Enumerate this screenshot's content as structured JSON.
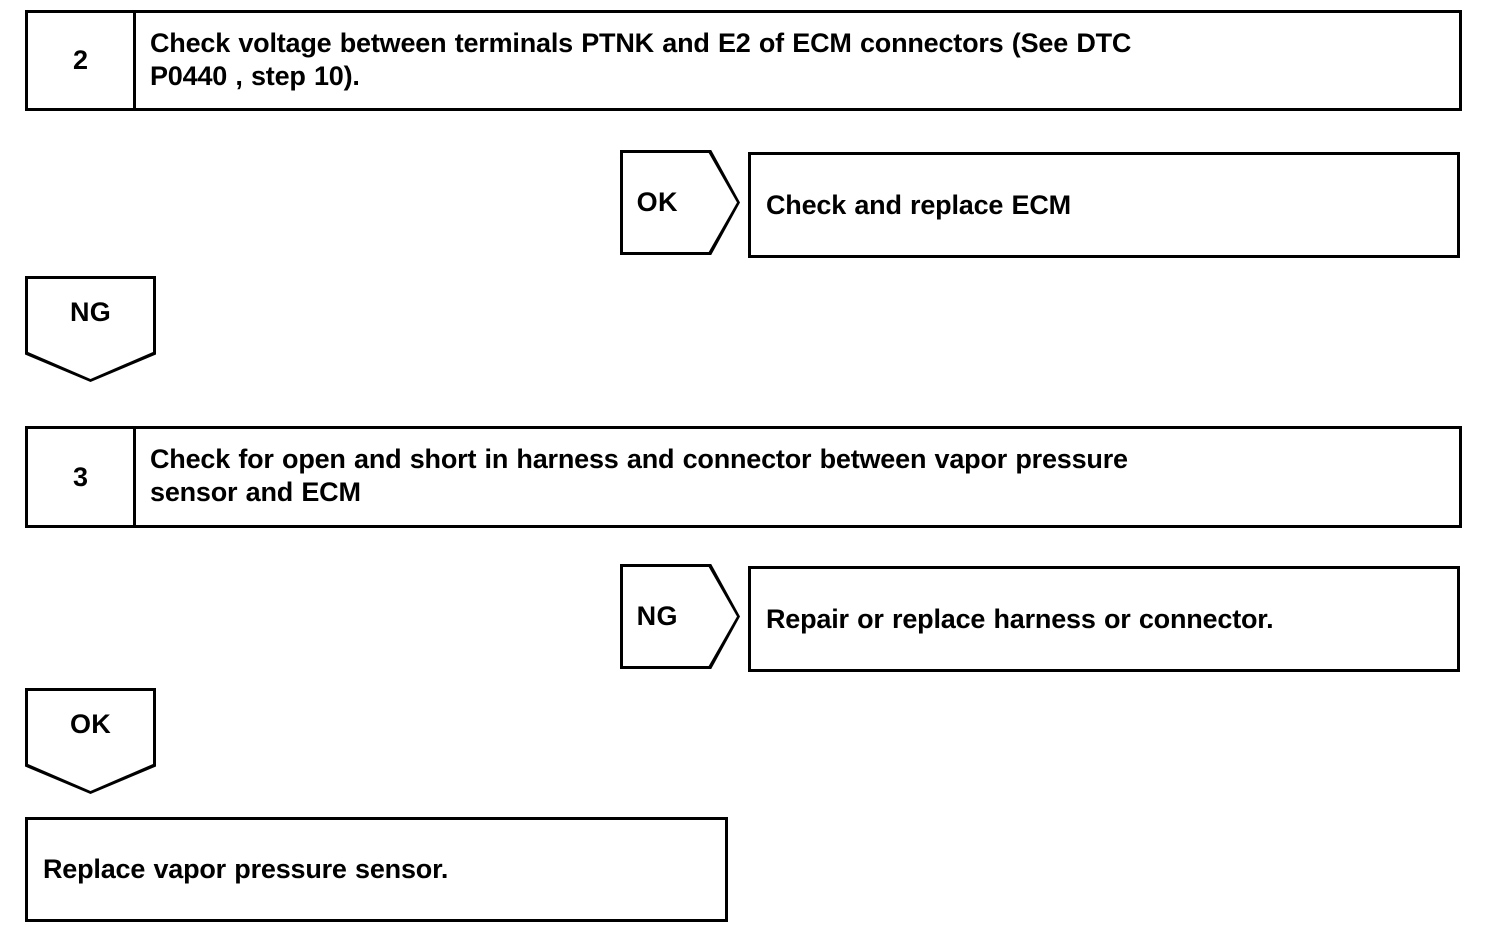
{
  "diagram": {
    "type": "troubleshooting-flowchart",
    "title": "",
    "line_color": "#000000",
    "background_color": "#ffffff",
    "text_color": "#000000"
  },
  "steps": [
    {
      "number": "2",
      "line1": "Check voltage between terminals PTNK and E2 of ECM connectors (See DTC",
      "line2": "P0440 , step 10)."
    },
    {
      "number": "3",
      "line1": "Check for open and short in harness and connector between vapor pressure",
      "line2": "sensor and ECM"
    }
  ],
  "judgements": {
    "step2_ok": "OK",
    "step2_ng": "NG",
    "step3_ng": "NG",
    "step3_ok": "OK"
  },
  "results": {
    "step2_ok_action": "Check and replace ECM",
    "step3_ng_action": "Repair or replace harness or connector.",
    "final_action": "Replace vapor pressure sensor."
  }
}
